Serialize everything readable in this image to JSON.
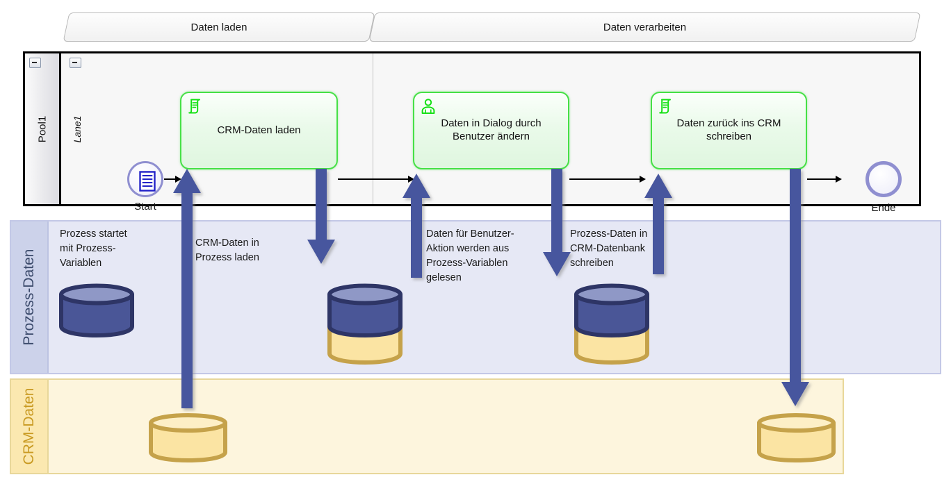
{
  "phases": [
    {
      "label": "Daten laden"
    },
    {
      "label": "Daten verarbeiten"
    }
  ],
  "pool": {
    "name": "Pool1",
    "lane": "Lane1",
    "collapse_icon": "minus-box-icon"
  },
  "events": [
    {
      "id": "start",
      "label": "Start",
      "icon": "form-document-icon",
      "type": "start-message-event"
    },
    {
      "id": "end",
      "label": "Ende",
      "icon": "none",
      "type": "end-event"
    }
  ],
  "tasks": [
    {
      "id": "load-crm",
      "label": "CRM-Daten laden",
      "icon": "script-task-icon",
      "type": "script-task"
    },
    {
      "id": "user-change",
      "label": "Daten in Dialog durch\nBenutzer ändern",
      "icon": "user-task-icon",
      "type": "user-task"
    },
    {
      "id": "write-crm",
      "label": "Daten zurück ins CRM\nschreiben",
      "icon": "script-task-icon",
      "type": "script-task"
    }
  ],
  "bands": [
    {
      "id": "prozess",
      "title": "Prozess-Daten",
      "color": "#3b4a6b",
      "fill": "#e6e8f5"
    },
    {
      "id": "crm",
      "title": "CRM-Daten",
      "color": "#c99a22",
      "fill": "#fdf5dd"
    }
  ],
  "notes": [
    {
      "id": "note-start",
      "text": "Prozess startet\nmit Prozess-\nVariablen"
    },
    {
      "id": "note-load",
      "text": "CRM-Daten in\nProzess laden"
    },
    {
      "id": "note-user-read",
      "text": "Daten für Benutzer-\nAktion werden aus\nProzess-Variablen\ngelesen"
    },
    {
      "id": "note-write",
      "text": "Prozess-Daten in\nCRM-Datenbank\nschreiben"
    }
  ],
  "flow_arrows": [
    {
      "id": "arrow-crm-to-process",
      "direction": "up",
      "label_ref": "note-load"
    },
    {
      "id": "arrow-load-to-process",
      "direction": "down",
      "label_ref": ""
    },
    {
      "id": "arrow-process-to-user",
      "direction": "up",
      "label_ref": "note-user-read"
    },
    {
      "id": "arrow-user-to-process",
      "direction": "down",
      "label_ref": ""
    },
    {
      "id": "arrow-process-to-write",
      "direction": "up",
      "label_ref": "note-write"
    },
    {
      "id": "arrow-write-to-crm",
      "direction": "down",
      "label_ref": ""
    }
  ],
  "datastores": [
    {
      "id": "ds-process-empty",
      "band": "prozess",
      "fill": "process-only"
    },
    {
      "id": "ds-process-merged-1",
      "band": "prozess",
      "fill": "process-over-crm"
    },
    {
      "id": "ds-process-merged-2",
      "band": "prozess",
      "fill": "process-over-crm"
    },
    {
      "id": "ds-crm-source",
      "band": "crm",
      "fill": "crm-only"
    },
    {
      "id": "ds-crm-target",
      "band": "crm",
      "fill": "crm-only"
    }
  ],
  "colors": {
    "task_border": "#46e046",
    "event_border": "#8f8fd0",
    "arrow_blue": "#47569e",
    "cyl_blue_body": "#4a5697",
    "cyl_blue_edge": "#2e3566",
    "cyl_yellow_body": "#fbe4a3",
    "cyl_yellow_edge": "#c6a košeri"
  }
}
